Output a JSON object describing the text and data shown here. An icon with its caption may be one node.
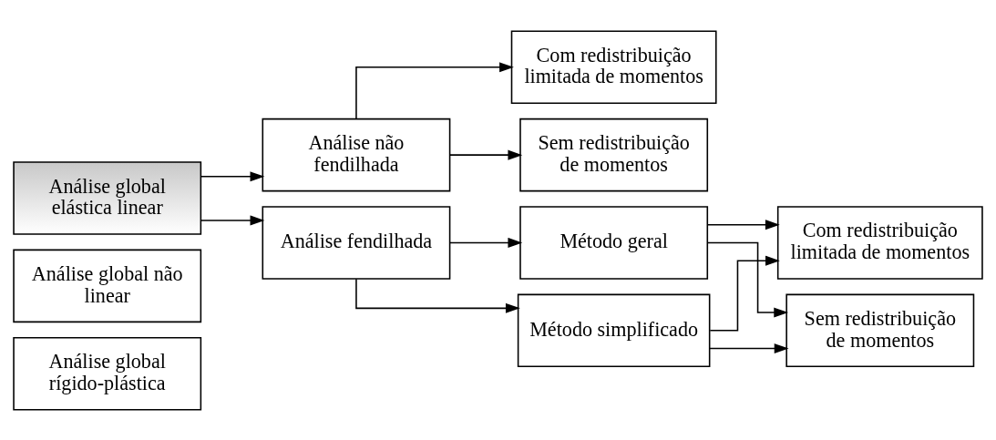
{
  "diagram": {
    "nodes": [
      {
        "text": [
          "Análise global elástica linear"
        ]
      },
      {
        "text": [
          "Análise global não linear"
        ]
      },
      {
        "text": [
          "Análise global rígido-plástica"
        ]
      },
      {
        "text": [
          "Análise não fendilhada"
        ]
      },
      {
        "text": [
          "Análise fendilhada"
        ]
      },
      {
        "text": [
          "Com redistribuição limitada de momentos"
        ]
      },
      {
        "text": [
          "Sem redistribuição de momentos"
        ]
      },
      {
        "text": [
          "Método geral"
        ]
      },
      {
        "text": [
          "Método simplificado"
        ]
      },
      {
        "text": [
          "Com redistribuição limitada de momentos"
        ]
      },
      {
        "text": [
          "Sem redistribuição de momentos"
        ]
      }
    ],
    "edges": [
      {
        "from": 0,
        "to": 3,
        "arrow": "to"
      },
      {
        "from": 0,
        "to": 4,
        "arrow": "to"
      },
      {
        "from": 3,
        "to": 5,
        "arrow": "to"
      },
      {
        "from": 3,
        "to": 6,
        "arrow": "to"
      },
      {
        "from": 4,
        "to": 7,
        "arrow": "to"
      },
      {
        "from": 4,
        "to": 8,
        "arrow": "to"
      },
      {
        "from": 7,
        "to": 9,
        "arrow": "to"
      },
      {
        "from": 7,
        "to": 10,
        "arrow": "to"
      },
      {
        "from": 8,
        "to": 9,
        "arrow": "to"
      },
      {
        "from": 8,
        "to": 10,
        "arrow": "to"
      }
    ]
  }
}
